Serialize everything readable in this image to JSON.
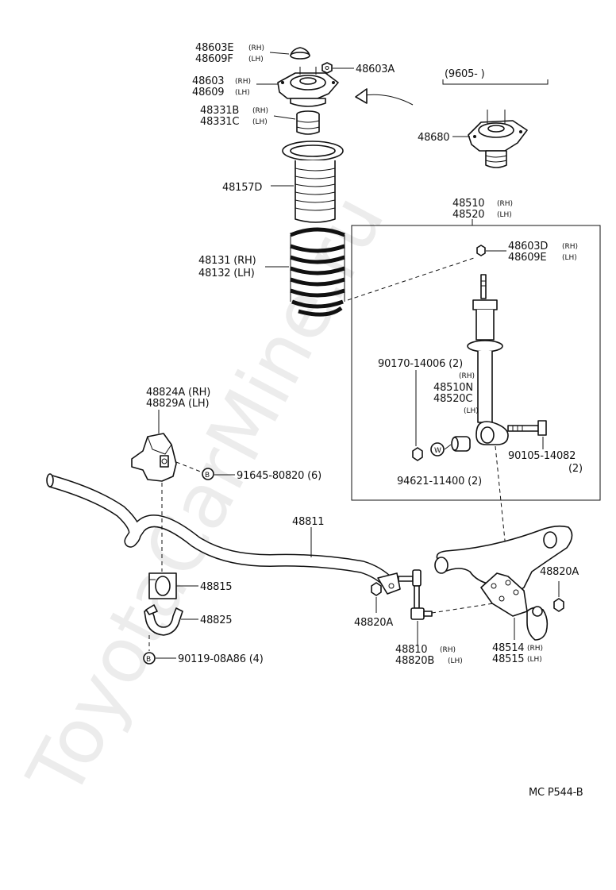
{
  "watermark": "ToyotaCarMine.ru",
  "drawing_code": "MC  P544-B",
  "callouts": {
    "support_cushion": {
      "a": "48603E",
      "a_side": "(RH)",
      "b": "48609F",
      "b_side": "(LH)"
    },
    "support_nut": {
      "a": "48603A"
    },
    "support": {
      "a": "48603",
      "a_side": "(RH)",
      "b": "48609",
      "b_side": "(LH)"
    },
    "bound_stopper": {
      "a": "48331B",
      "a_side": "(RH)",
      "b": "48331C",
      "b_side": "(LH)"
    },
    "alt_support_range": "(9605-        )",
    "alt_support": {
      "a": "48680"
    },
    "dust_boot": {
      "a": "48157D"
    },
    "coil_spring": {
      "a": "48131 (RH)",
      "b": "48132 (LH)"
    },
    "shock_assy": {
      "a": "48510",
      "a_side": "(RH)",
      "b": "48520",
      "b_side": "(LH)"
    },
    "shock_nut": {
      "a": "48603D",
      "a_side": "(RH)",
      "b": "48609E",
      "b_side": "(LH)"
    },
    "nut_lower": {
      "a": "90170-14006 (2)"
    },
    "absorber_rh_side": "(RH)",
    "absorber": {
      "a": "48510N",
      "b": "48520C",
      "b_side": "(LH)"
    },
    "lower_bolt": {
      "a": "90105-14082",
      "b": "(2)"
    },
    "washer": {
      "a": "94621-11400 (2)"
    },
    "bracket": {
      "a": "48824A (RH)",
      "b": "48829A (LH)"
    },
    "bracket_bolt": {
      "a": "91645-80820 (6)"
    },
    "stabilizer_bar": {
      "a": "48811"
    },
    "stabilizer_bushing": {
      "a": "48815"
    },
    "bushing_clamp": {
      "a": "48825"
    },
    "clamp_bolt": {
      "a": "90119-08A86 (4)"
    },
    "link_nut_left": {
      "a": "48820A"
    },
    "link_nut_right": {
      "a": "48820A"
    },
    "stabilizer_link": {
      "a": "48810",
      "a_side": "(RH)",
      "b": "48820B",
      "b_side": "(LH)"
    },
    "lower_arm": {
      "a": "48514",
      "a_side": "(RH)",
      "b": "48515",
      "b_side": "(LH)"
    }
  },
  "markers": {
    "bracket_bolt": "B",
    "washer": "W",
    "clamp_bolt": "B"
  }
}
